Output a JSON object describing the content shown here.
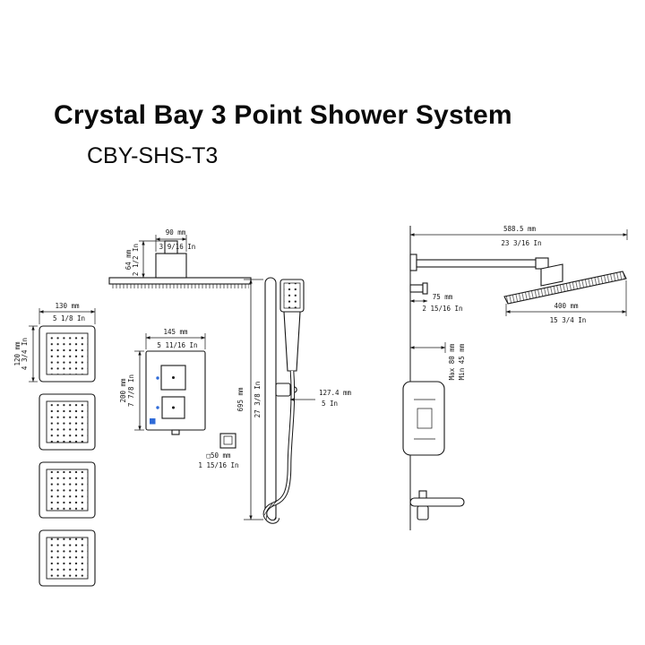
{
  "header": {
    "title": "Crystal Bay 3 Point Shower System",
    "model": "CBY-SHS-T3"
  },
  "accent_color": "#2f6bd8",
  "components": {
    "body_jet": {
      "width_mm": "130 mm",
      "width_in": "5 1/8 In",
      "height_mm": "120 mm",
      "height_in": "4 3/4 In"
    },
    "ceiling_shower": {
      "width_mm": "90 mm",
      "width_in": "3 9/16 In",
      "height_mm": "64 mm",
      "height_in": "2 1/2 In"
    },
    "valve": {
      "width_mm": "145 mm",
      "width_in": "5 11/16 In",
      "height_mm": "200 mm",
      "height_in": "7 7/8 In"
    },
    "trim": {
      "size_mm": "□50 mm",
      "size_in": "1 15/16 In"
    },
    "slide_bar": {
      "length_mm": "695 mm",
      "length_in": "27 3/8 In",
      "offset_mm": "127.4 mm",
      "offset_in": "5 In"
    },
    "wall_shower": {
      "span_mm": "588.5 mm",
      "span_in": "23 3/16 In",
      "head_mm": "400 mm",
      "head_in": "15 3/4 In",
      "outlet_mm": "75 mm",
      "outlet_in": "2 15/16 In",
      "depth_max": "Max 80 mm",
      "depth_min": "Min 45 mm"
    }
  }
}
